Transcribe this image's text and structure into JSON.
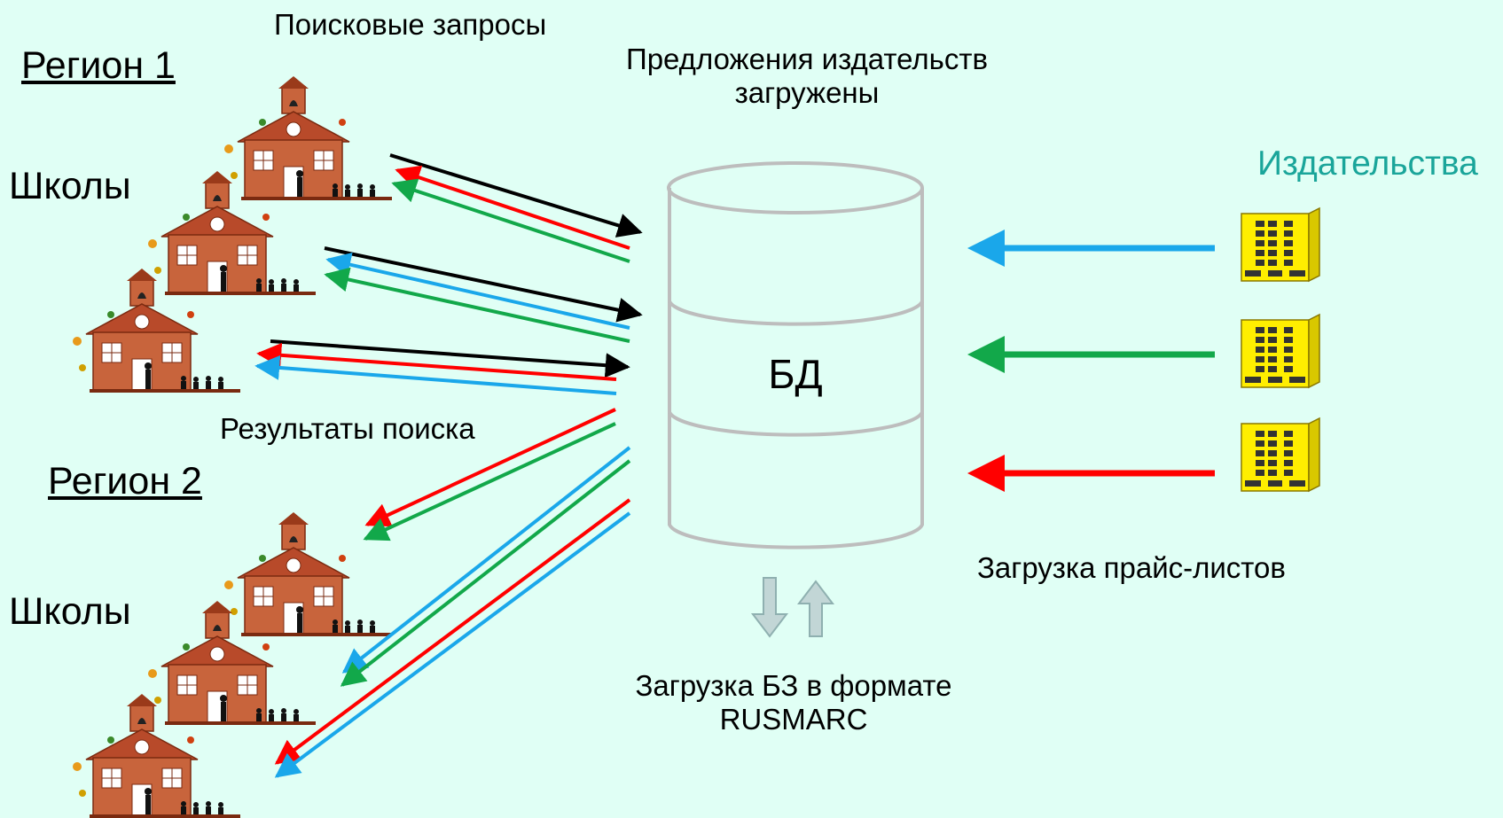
{
  "labels": {
    "search_queries": "Поисковые запросы",
    "publisher_offers_line1": "Предложения издательств",
    "publisher_offers_line2": "загружены",
    "region1": "Регион 1",
    "schools1": "Школы",
    "results": "Результаты поиска",
    "region2": "Регион 2",
    "schools2": "Школы",
    "db": "БД",
    "publishers": "Издательства",
    "price_upload": "Загрузка прайс-листов",
    "bz_upload_line1": "Загрузка БЗ в формате",
    "bz_upload_line2": "RUSMARC"
  },
  "colors": {
    "background": "#e0fff5",
    "black": "#000000",
    "red": "#ff0000",
    "green": "#12a84a",
    "blue": "#1aa7ea",
    "school_wall": "#c8643c",
    "building_yellow": "#ffee00",
    "publishers_text": "#1aa59a"
  },
  "icons": {
    "school": "school-building-icon",
    "publisher": "office-building-icon",
    "database": "database-cylinder-icon",
    "exchange": "up-down-arrows-icon"
  }
}
